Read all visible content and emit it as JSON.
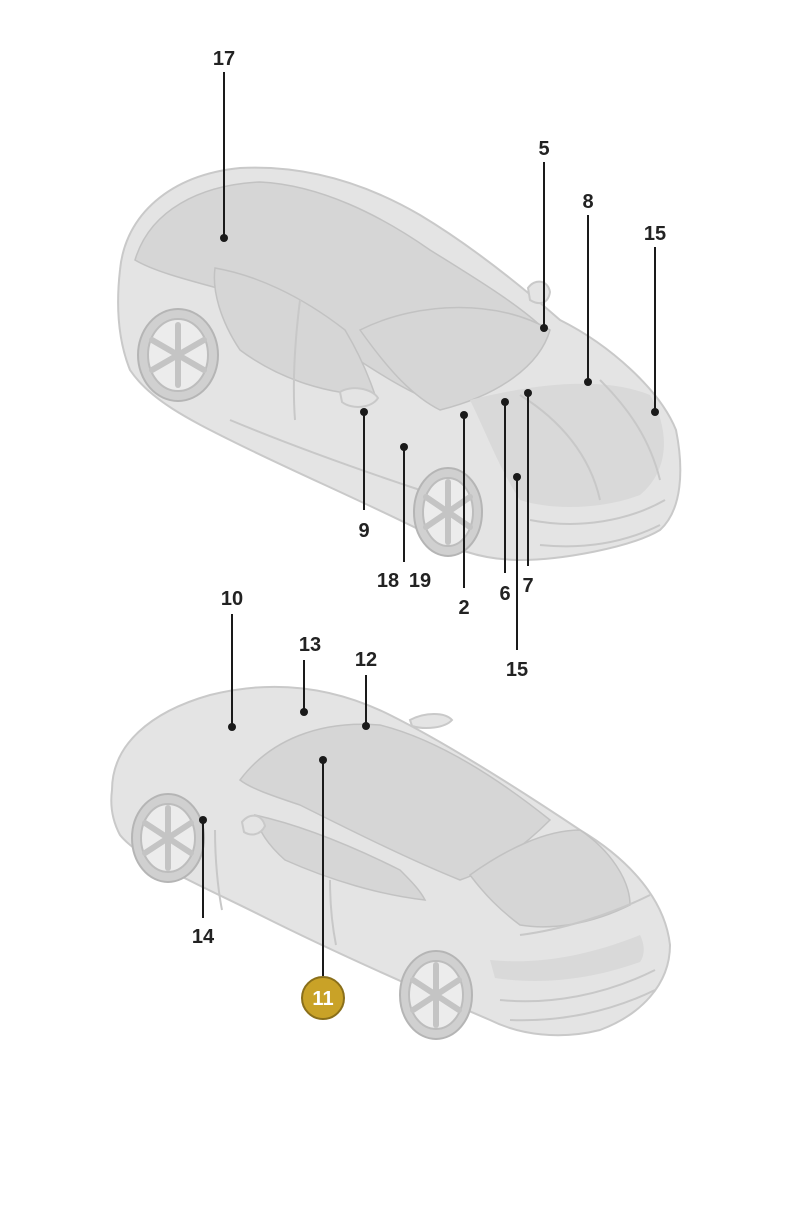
{
  "callouts": {
    "c17": "17",
    "c5": "5",
    "c8": "8",
    "c15a": "15",
    "c9": "9",
    "c18": "18",
    "c19": "19",
    "c2": "2",
    "c6": "6",
    "c7": "7",
    "c15b": "15",
    "c10": "10",
    "c13": "13",
    "c12": "12",
    "c14": "14",
    "c11": "11"
  },
  "colors": {
    "highlight": "#c9a227",
    "leader": "#1a1a1a",
    "car_body": "#e4e4e4"
  }
}
